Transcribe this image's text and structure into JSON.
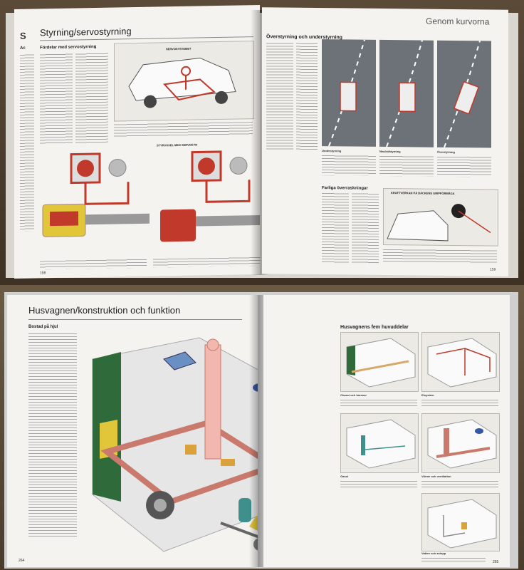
{
  "spread_top": {
    "left_page": {
      "running_head_edge": "S",
      "edge_abbrev": "Ac",
      "title": "Styrning/servostyrning",
      "subheading": "Fördelar med servostyrning",
      "diagram_label_1": "SERVOSYSTEMET",
      "diagram_label_2": "STYRVÄXEL MED SERVOSYN",
      "page_number": "158"
    },
    "right_page": {
      "running_head": "Genom kurvorna",
      "subheading": "Överstyrning och understyrning",
      "caption_1": "Understyrning",
      "caption_2": "Neutralstyrning",
      "caption_3": "Överstyrning",
      "subheading_2": "Farliga överraskningar",
      "diagram_label": "KRAFTVERKAN PÅ DÄCKENS GRIPFÖRMÅGA",
      "page_number": "159"
    }
  },
  "spread_bottom": {
    "left_page": {
      "title": "Husvagnen/konstruktion och funktion",
      "subheading": "Bostad på hjul",
      "page_number": "264"
    },
    "right_page": {
      "subheading": "Husvagnens fem huvuddelar",
      "captions": [
        {
          "label": "Chassi och karossr"
        },
        {
          "label": "Elsystem"
        },
        {
          "label": "Gasol"
        },
        {
          "label": "Värme och ventilation"
        },
        {
          "label": "Vatten och avlopp"
        }
      ],
      "page_number": "265"
    }
  },
  "colors": {
    "diagram_red": "#c0392b",
    "caravan_green": "#2f6b3a",
    "caravan_yellow": "#e2c63a",
    "gas_teal": "#3f8f8c",
    "photo_grey": "#6d7278"
  }
}
